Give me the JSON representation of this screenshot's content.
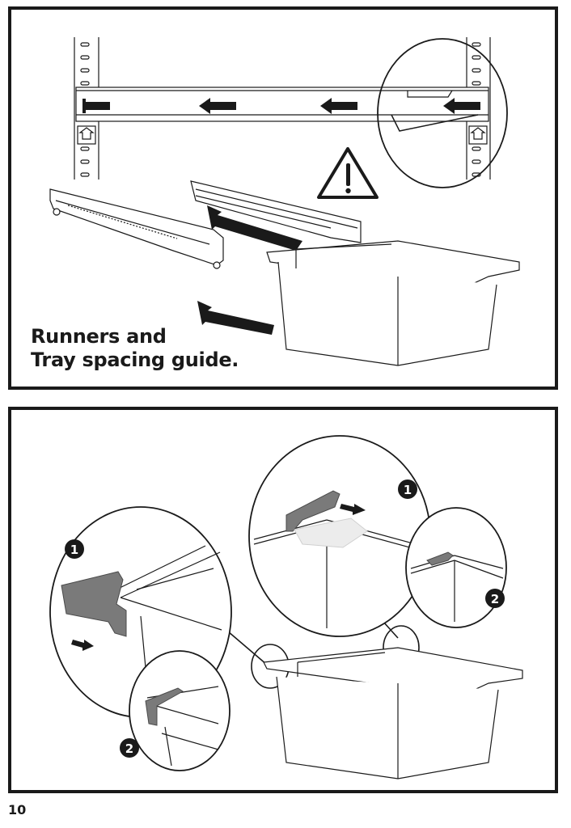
{
  "page": {
    "number": "10"
  },
  "top_panel": {
    "caption_lines": [
      "Runners and",
      "Tray spacing guide."
    ],
    "icons": {
      "warning": "warning-triangle-icon",
      "direction_arrows": "arrow-left-icon",
      "insert_arrows": "arrow-right-icon"
    }
  },
  "bottom_panel": {
    "step_badges": {
      "left_step_1": "1",
      "left_step_2": "2",
      "right_step_1": "1",
      "right_step_2": "2"
    },
    "clip_color": "#7a7a7a"
  }
}
